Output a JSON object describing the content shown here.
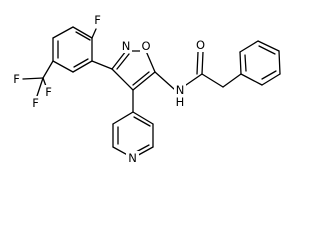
{
  "structure": {
    "atoms": {
      "fluorine_aryl": "F",
      "isoxazole_n": "N",
      "isoxazole_o": "O",
      "amide_o": "O",
      "amide_n": "N",
      "amide_h": "H",
      "cf3_f_top": "F",
      "cf3_f_left": "F",
      "cf3_f_bottom": "F",
      "pyridine_n": "N"
    }
  },
  "colors": {
    "bond": "#000000",
    "text": "#000000",
    "background": "#ffffff"
  }
}
